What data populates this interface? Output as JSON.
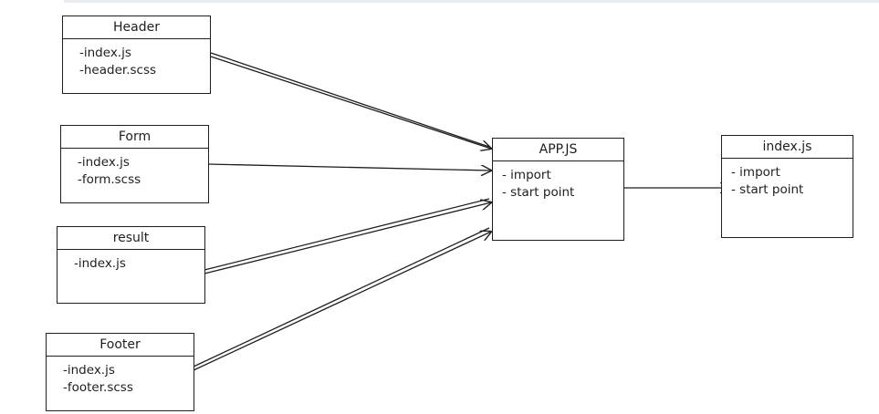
{
  "modules": [
    {
      "title": "Header",
      "lines": [
        "-index.js",
        "-header.scss"
      ]
    },
    {
      "title": "Form",
      "lines": [
        "-index.js",
        "-form.scss"
      ]
    },
    {
      "title": "result",
      "lines": [
        "-index.js"
      ]
    },
    {
      "title": "Footer",
      "lines": [
        "-index.js",
        "-footer.scss"
      ]
    }
  ],
  "app": {
    "title": "APP.JS",
    "lines": [
      "- import",
      "- start point"
    ]
  },
  "entry": {
    "title": "index.js",
    "lines": [
      "- import",
      "- start point"
    ]
  },
  "colors": {
    "stroke": "#1e1e1e",
    "background": "#ffffff",
    "topbar": "#e9ecef"
  }
}
